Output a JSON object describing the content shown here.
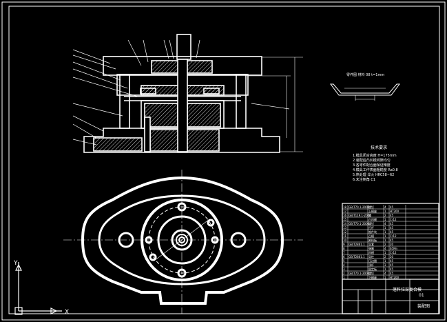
{
  "drawing": {
    "ucs": {
      "x_label": "X",
      "y_label": "Y"
    },
    "tech_requirements": {
      "title": "技术要求",
      "lines": [
        "1.模具闭合高度 H=175mm",
        "2.装配后凸凹模间隙均匀",
        "3.各零件配合面保证精度",
        "4.模具工作表面粗糙度 Ra0.8",
        "5.热处理 淬火 HRC58~62",
        "6.未注倒角 C1"
      ]
    },
    "part_view": {
      "caption": "零件图 材料 08 t=1mm"
    },
    "title_block": {
      "name": "落料拉深复合模",
      "drawing_no": "01",
      "company": "装配图"
    },
    "bom_rows": [
      [
        "18",
        "GB/T70.1-2000",
        "螺钉",
        "4",
        "45"
      ],
      [
        "17",
        "",
        "上模座",
        "1",
        "HT200"
      ],
      [
        "16",
        "GB/T119.1-2000",
        "销",
        "2",
        "45"
      ],
      [
        "15",
        "",
        "凸凹模",
        "1",
        "Cr12"
      ],
      [
        "14",
        "GB/T70.1-2000",
        "螺钉",
        "4",
        "45"
      ],
      [
        "13",
        "",
        "打杆",
        "1",
        "45"
      ],
      [
        "12",
        "",
        "推件块",
        "1",
        "45"
      ],
      [
        "11",
        "",
        "凸模",
        "1",
        "Cr12"
      ],
      [
        "10",
        "",
        "卸料板",
        "1",
        "45"
      ],
      [
        "9",
        "GB/T2861.1",
        "导套",
        "2",
        "20"
      ],
      [
        "8",
        "",
        "弹簧",
        "4",
        "65Mn"
      ],
      [
        "7",
        "",
        "凹模",
        "1",
        "Cr12"
      ],
      [
        "6",
        "GB/T2861.1",
        "导柱",
        "2",
        "20"
      ],
      [
        "5",
        "",
        "压边圈",
        "1",
        "45"
      ],
      [
        "4",
        "",
        "顶杆",
        "3",
        "45"
      ],
      [
        "3",
        "",
        "固定板",
        "1",
        "45"
      ],
      [
        "2",
        "GB/T70.1-2000",
        "螺钉",
        "4",
        "45"
      ],
      [
        "1",
        "",
        "下模座",
        "1",
        "HT200"
      ]
    ]
  }
}
